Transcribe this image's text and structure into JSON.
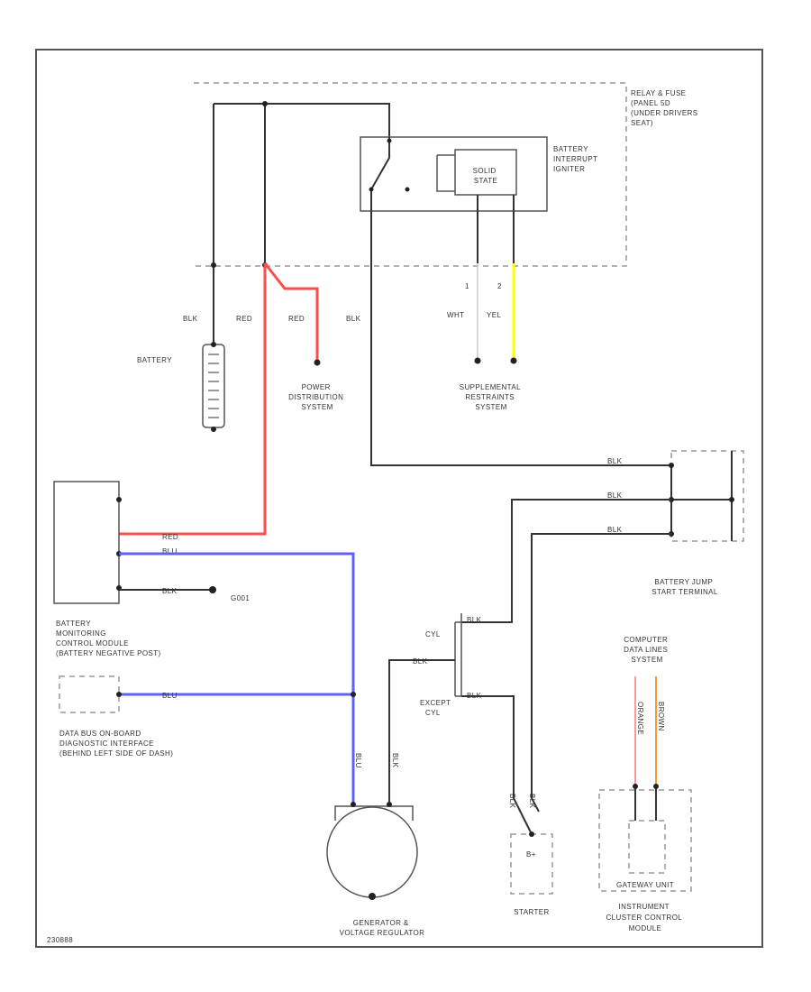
{
  "diagram": {
    "footer_code": "230888",
    "components": {
      "relay_fuse_panel": "RELAY & FUSE PANEL 5D (UNDER DRIVER'S SEAT)",
      "relay_fuse_panel_lines": [
        "RELAY & FUSE",
        "(PANEL 5D",
        "(UNDER DRIVERS",
        "SEAT)"
      ],
      "battery_interrupt_igniter_lines": [
        "BATTERY",
        "INTERRUPT",
        "IGNITER"
      ],
      "solid_state_lines": [
        "SOLID",
        "STATE"
      ],
      "battery": "BATTERY",
      "power_distribution_lines": [
        "POWER",
        "DISTRIBUTION",
        "SYSTEM"
      ],
      "supplemental_restraints_lines": [
        "SUPPLEMENTAL",
        "RESTRAINTS",
        "SYSTEM"
      ],
      "battery_jump_start_lines": [
        "BATTERY JUMP",
        "START TERMINAL"
      ],
      "battery_monitoring_lines": [
        "BATTERY",
        "MONITORING",
        "CONTROL MODULE",
        "(BATTERY NEGATIVE POST)"
      ],
      "ground": "G001",
      "data_bus_lines": [
        "DATA BUS ON-BOARD",
        "DIAGNOSTIC INTERFACE",
        "(BEHIND LEFT SIDE OF DASH)"
      ],
      "computer_data_lines": [
        "COMPUTER",
        "DATA LINES",
        "SYSTEM"
      ],
      "generator_lines": [
        "GENERATOR &",
        "VOLTAGE REGULATOR"
      ],
      "starter": "STARTER",
      "instrument_cluster_lines": [
        "INSTRUMENT",
        "CLUSTER CONTROL",
        "MODULE"
      ],
      "gateway_unit": "GATEWAY UNIT",
      "cyl_label": "CYL",
      "except_cyl_lines": [
        "EXCEPT",
        "CYL"
      ]
    },
    "wire_labels": {
      "blk_battery": "BLK",
      "red_main": "RED",
      "red_pds": "RED",
      "blk_switch": "BLK",
      "wht": "WHT",
      "yel": "YEL",
      "pin1": "1",
      "pin2": "2",
      "bmcm_red": "RED",
      "bmcm_blu": "BLU",
      "bmcm_blk": "BLK",
      "bus_blu": "BLU",
      "gen_blu": "BLU",
      "gen_blk": "BLK",
      "jump_blk1": "BLK",
      "jump_blk2": "BLK",
      "jump_blk3": "BLK",
      "cyl_blk": "BLK",
      "except_blk": "BLK",
      "split_blk": "BLK",
      "starter_blk1": "BLK",
      "starter_blk2": "BLK",
      "data_org": "ORANGE",
      "data_brn": "BROWN"
    },
    "colors": {
      "red_wire": "#ff4d4d",
      "blue_wire": "#6060ff",
      "yellow_wire": "#ffff00",
      "black_wire": "#333333",
      "pink_wire": "#ff9999",
      "orange_wire": "#ff9933"
    }
  }
}
